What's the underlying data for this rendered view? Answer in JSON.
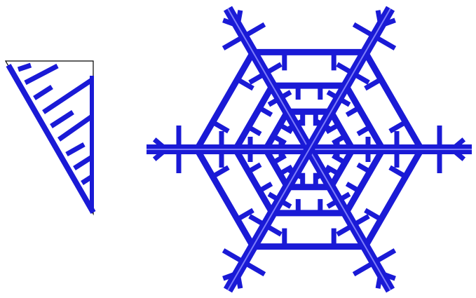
{
  "colors": {
    "background": "#ffffff",
    "stroke": "#1a1ad6",
    "highlight": "#7d7dfa",
    "outline": "#000000"
  },
  "figure": {
    "wedge": {
      "description_icon": "folded-paper-wedge"
    },
    "snowflake": {
      "arms": 6,
      "rings": 3
    }
  }
}
